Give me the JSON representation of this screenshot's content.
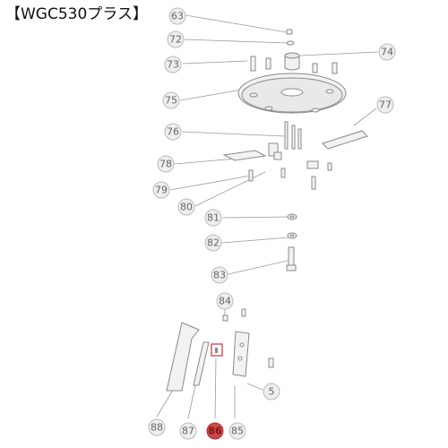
{
  "title": "【WGC530プラス】",
  "highlight_color": "#c9494b",
  "parts": [
    {
      "id": "p63",
      "label": "63",
      "highlight": false
    },
    {
      "id": "p72",
      "label": "72",
      "highlight": false
    },
    {
      "id": "p73",
      "label": "73",
      "highlight": false
    },
    {
      "id": "p74",
      "label": "74",
      "highlight": false
    },
    {
      "id": "p75",
      "label": "75",
      "highlight": false
    },
    {
      "id": "p76",
      "label": "76",
      "highlight": false
    },
    {
      "id": "p77",
      "label": "77",
      "highlight": false
    },
    {
      "id": "p78",
      "label": "78",
      "highlight": false
    },
    {
      "id": "p79",
      "label": "79",
      "highlight": false
    },
    {
      "id": "p80",
      "label": "80",
      "highlight": false
    },
    {
      "id": "p81",
      "label": "81",
      "highlight": false
    },
    {
      "id": "p82",
      "label": "82",
      "highlight": false
    },
    {
      "id": "p83",
      "label": "83",
      "highlight": false
    },
    {
      "id": "p84",
      "label": "84",
      "highlight": false
    },
    {
      "id": "p5",
      "label": "5",
      "highlight": false
    },
    {
      "id": "p88",
      "label": "88",
      "highlight": false
    },
    {
      "id": "p87",
      "label": "87",
      "highlight": false
    },
    {
      "id": "p86",
      "label": "86",
      "highlight": true
    },
    {
      "id": "p85",
      "label": "85",
      "highlight": false
    }
  ]
}
